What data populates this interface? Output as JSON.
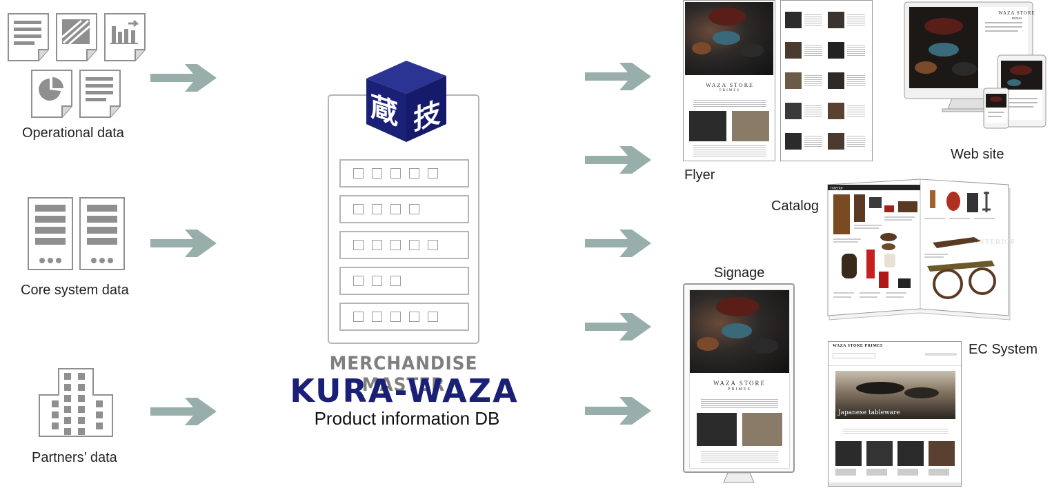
{
  "sources": {
    "operational": "Operational data",
    "core": "Core system data",
    "partners": "Partners’ data"
  },
  "hub": {
    "cube_kanji_1": "蔵",
    "cube_kanji_2": "技",
    "subtitle": "MERCHANDISE MASTER",
    "title": "KURA-WAZA",
    "caption": "Product information DB",
    "rows": [
      5,
      4,
      5,
      3,
      5
    ]
  },
  "outputs": {
    "flyer": "Flyer",
    "website": "Web site",
    "catalog": "Catalog",
    "signage": "Signage",
    "ec": "EC System"
  },
  "mock": {
    "store_name": "WAZA STORE",
    "store_sub": "PRIMES",
    "store_full": "WAZA STORE PRIMES",
    "catalog_header": "Interior",
    "catalog_word": "INTERIOR",
    "ec_banner": "Japanese tableware"
  },
  "colors": {
    "arrow": "#97aeab",
    "navy": "#1b2077",
    "gray_icon": "#8f8f8f",
    "title_gray": "#7f7f7f"
  }
}
